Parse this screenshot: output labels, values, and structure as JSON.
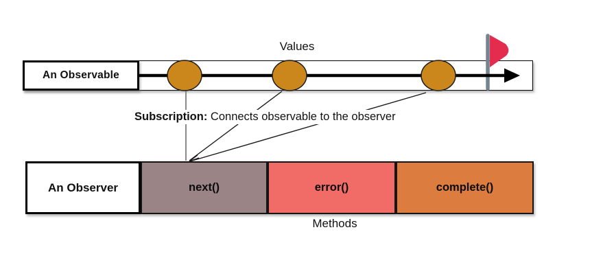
{
  "timeline": {
    "label": "An Observable",
    "values_caption": "Values",
    "emission_count": 3,
    "colors": {
      "emission_dot": "#CB861C",
      "emission_dot_border": "#1C1C1C",
      "flag_pennant": "#E42C4E",
      "flag_pole": "#76848F",
      "arrow": "#000000"
    }
  },
  "subscription": {
    "bold_label": "Subscription:",
    "description": " Connects observable to the observer"
  },
  "observer": {
    "label": "An Observer",
    "methods_caption": "Methods",
    "methods": [
      {
        "label": "next()",
        "color": "#9A8486"
      },
      {
        "label": "error()",
        "color": "#F16C66"
      },
      {
        "label": "complete()",
        "color": "#DC7C3F"
      }
    ]
  }
}
